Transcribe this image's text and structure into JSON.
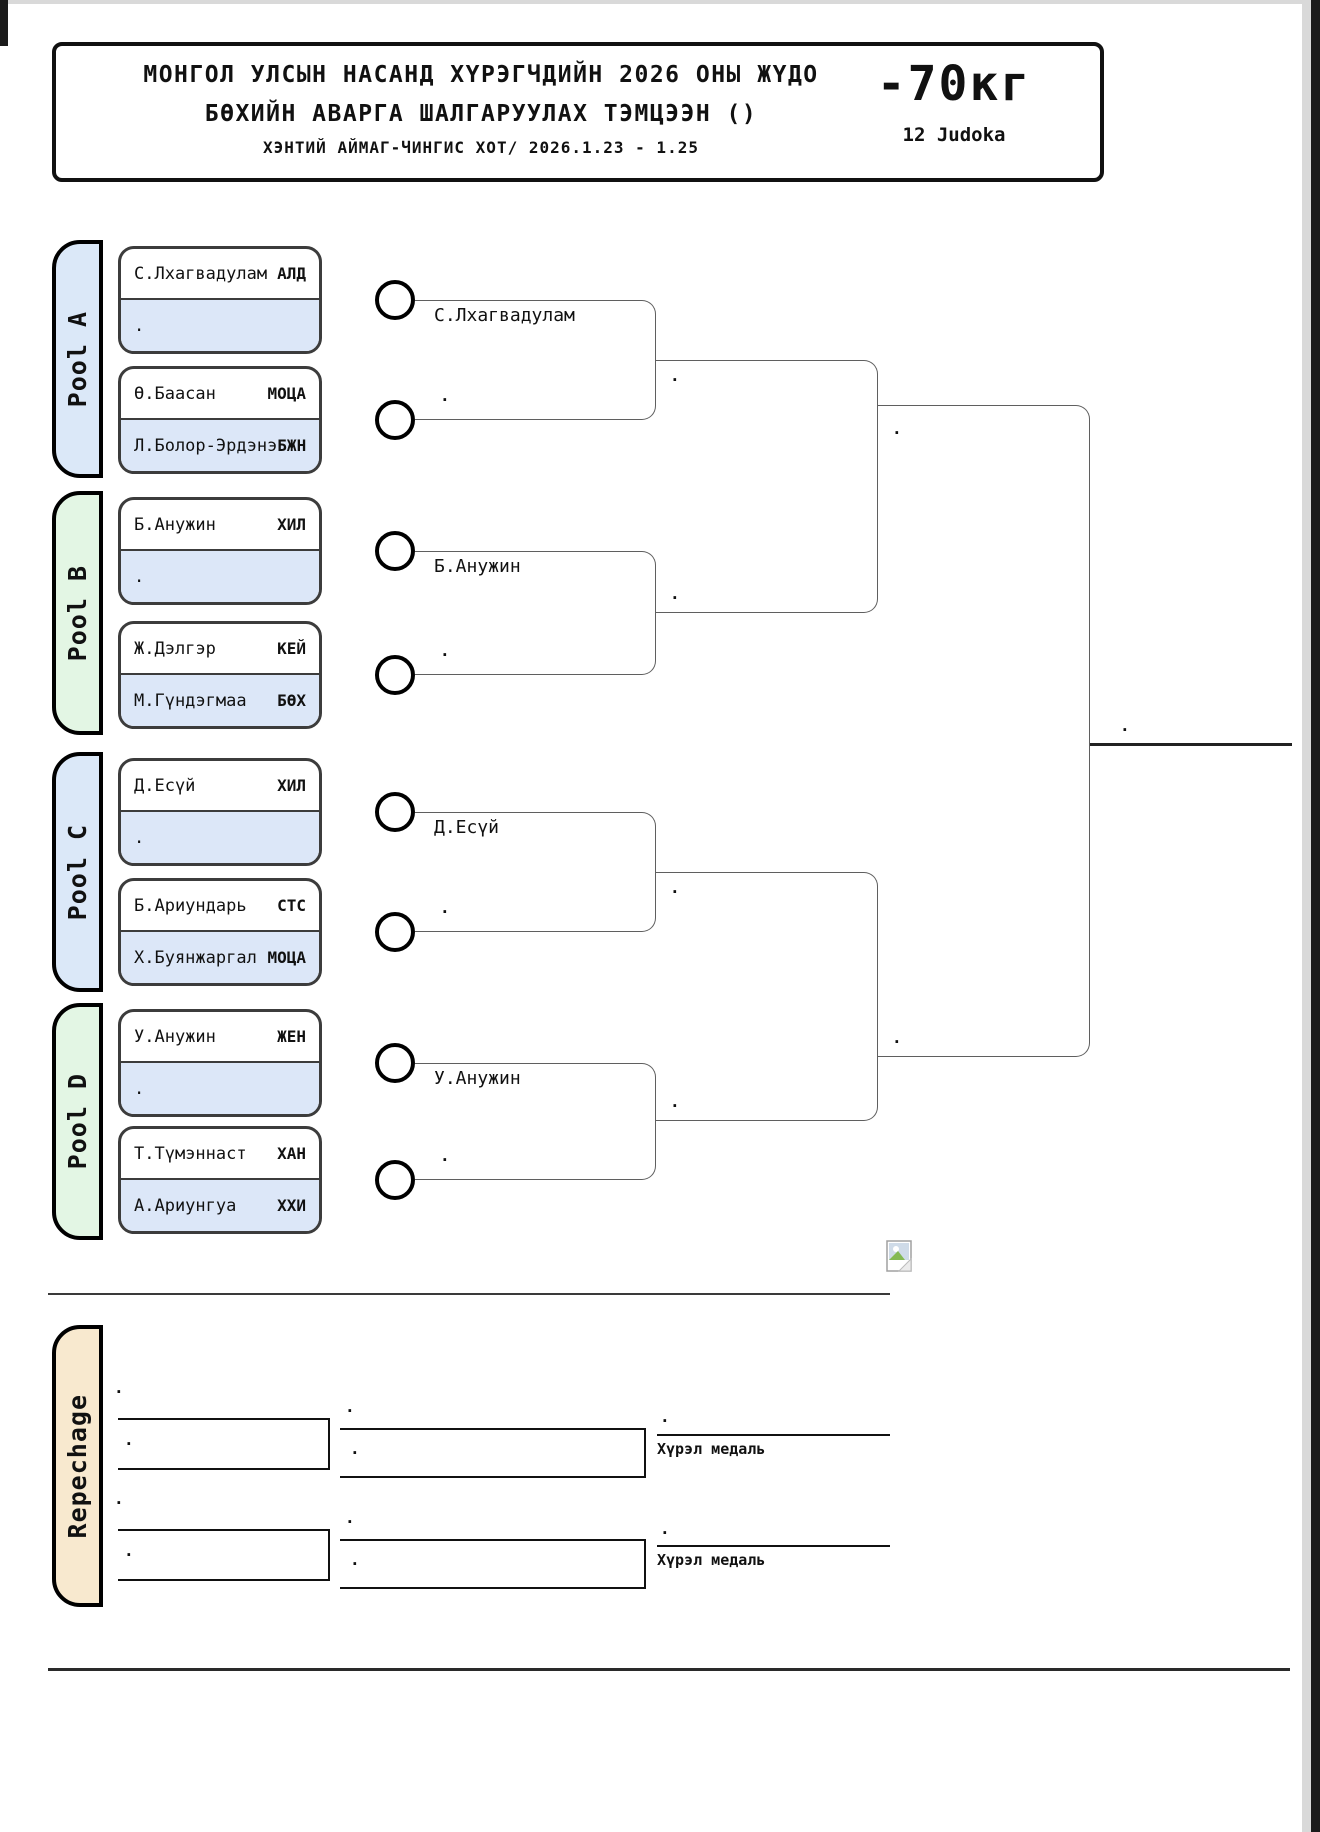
{
  "header": {
    "title_line1": "МОНГОЛ УЛСЫН НАСАНД ХҮРЭГЧДИЙН 2026 ОНЫ ЖҮДО",
    "title_line2": "БӨХИЙН АВАРГА ШАЛГАРУУЛАХ ТЭМЦЭЭН ()",
    "subtitle": "ХЭНТИЙ АЙМАГ-ЧИНГИС ХОТ/ 2026.1.23 - 1.25",
    "weight_class": "-70кг",
    "judoka_count": "12 Judoka"
  },
  "colors": {
    "pool_blue": "#dbe8f8",
    "pool_green": "#e3f6e4",
    "row_highlight": "#dce7f8",
    "repechage_tan": "#f8e9cf",
    "line_gray": "#5f5f5f",
    "line_dark": "#222222"
  },
  "pools": [
    {
      "label": "Pool A",
      "matches": [
        {
          "top_name": "С.Лхагвадулам",
          "top_club": "АЛД",
          "bottom_name": ".",
          "bottom_club": ""
        },
        {
          "top_name": "Ө.Баасан",
          "top_club": "МОЦА",
          "bottom_name": "Л.Болор-Эрдэнэ",
          "bottom_club": "БЖН"
        }
      ]
    },
    {
      "label": "Pool B",
      "matches": [
        {
          "top_name": "Б.Анужин",
          "top_club": "ХИЛ",
          "bottom_name": ".",
          "bottom_club": ""
        },
        {
          "top_name": "Ж.Дэлгэр",
          "top_club": "КЕЙ",
          "bottom_name": "М.Гүндэгмаа",
          "bottom_club": "БӨХ"
        }
      ]
    },
    {
      "label": "Pool C",
      "matches": [
        {
          "top_name": "Д.Есүй",
          "top_club": "ХИЛ",
          "bottom_name": ".",
          "bottom_club": ""
        },
        {
          "top_name": "Б.Ариундарь",
          "top_club": "СТС",
          "bottom_name": "Х.Буянжаргал",
          "bottom_club": "МОЦА"
        }
      ]
    },
    {
      "label": "Pool D",
      "matches": [
        {
          "top_name": "У.Анужин",
          "top_club": "ЖЕН",
          "bottom_name": ".",
          "bottom_club": ""
        },
        {
          "top_name": "Т.Түмэннаст",
          "top_club": "ХАН",
          "bottom_name": "А.Ариунгуа",
          "bottom_club": "ХХИ"
        }
      ]
    }
  ],
  "bracket": {
    "round2": [
      {
        "advanced": "С.Лхагвадулам",
        "pending": "."
      },
      {
        "advanced": "Б.Анужин",
        "pending": "."
      },
      {
        "advanced": "Д.Есүй",
        "pending": "."
      },
      {
        "advanced": "У.Анужин",
        "pending": "."
      }
    ],
    "semifinals": [
      {
        "top": ".",
        "bottom": "."
      },
      {
        "top": ".",
        "bottom": "."
      }
    ],
    "final": {
      "top": ".",
      "bottom": "."
    },
    "champion": "."
  },
  "repechage": {
    "label": "Repechage",
    "groups": [
      {
        "entrant_top": ".",
        "entrant_bottom": ".",
        "semi_top": ".",
        "semi_bottom": ".",
        "bronze_winner": ".",
        "bronze_label": "Хүрэл медаль"
      },
      {
        "entrant_top": ".",
        "entrant_bottom": ".",
        "semi_top": ".",
        "semi_bottom": ".",
        "bronze_winner": ".",
        "bronze_label": "Хүрэл медаль"
      }
    ]
  }
}
